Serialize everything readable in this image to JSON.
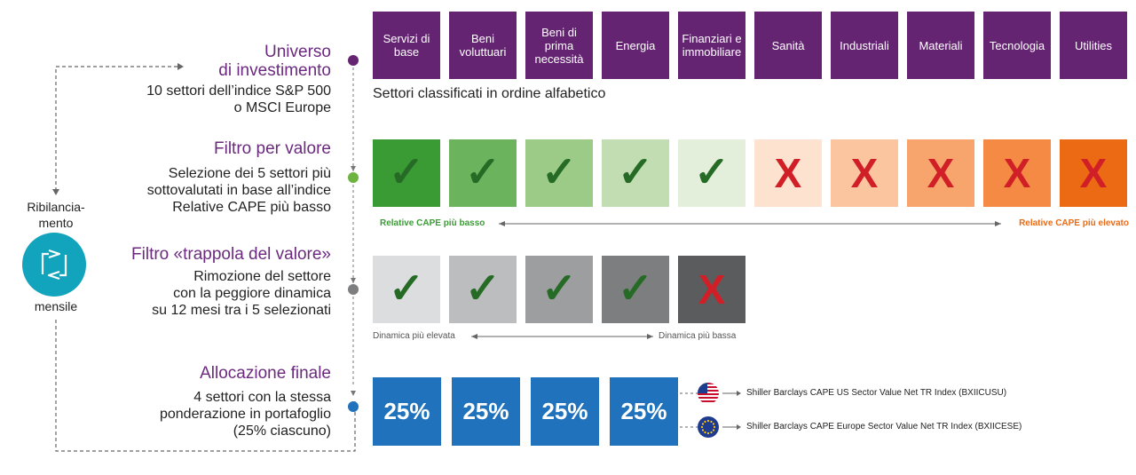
{
  "sections": {
    "universe": {
      "title": "Universo\ndi investimento",
      "description": "10 settori dell’indice S&P 500\no MSCI Europe",
      "note": "Settori classificati in ordine alfabetico",
      "sectors": [
        "Servizi di base",
        "Beni voluttuari",
        "Beni di prima necessità",
        "Energia",
        "Finanziari e immobiliare",
        "Sanità",
        "Industriali",
        "Materiali",
        "Tecnologia",
        "Utilities"
      ]
    },
    "value_filter": {
      "title": "Filtro per valore",
      "description": "Selezione dei 5 settori più\nsottovalutati in base all’indice\nRelative CAPE più basso",
      "axis_low": "Relative CAPE più basso",
      "axis_high": "Relative CAPE più elevato",
      "marks": [
        "check",
        "check",
        "check",
        "check",
        "check",
        "cross",
        "cross",
        "cross",
        "cross",
        "cross"
      ]
    },
    "value_trap": {
      "title": "Filtro «trappola del valore»",
      "description": "Rimozione del settore\ncon la peggiore dinamica\nsu 12 mesi tra i 5 selezionati",
      "axis_high": "Dinamica più elevata",
      "axis_low": "Dinamica più bassa",
      "marks": [
        "check",
        "check",
        "check",
        "check",
        "cross"
      ]
    },
    "allocation": {
      "title": "Allocazione finale",
      "description": "4 settori con la stessa\nponderazione in portafoglio\n(25% ciascuno)",
      "weights": [
        "25%",
        "25%",
        "25%",
        "25%"
      ],
      "indices": [
        {
          "flag": "us-flag-icon",
          "label": "Shiller Barclays CAPE US Sector Value Net TR Index (BXIICUSU)"
        },
        {
          "flag": "eu-flag-icon",
          "label": "Shiller Barclays CAPE Europe Sector Value Net TR Index (BXIICESE)"
        }
      ]
    }
  },
  "rebalancing": {
    "label_top": "Ribilancia-\nmento",
    "label_bottom": "mensile"
  },
  "colors": {
    "purple": "#642472",
    "heading": "#6b2a7e",
    "green_scale": [
      "#3a9b35",
      "#6cb35d",
      "#9ccb87",
      "#c3ddb2",
      "#e4efdb"
    ],
    "orange_scale": [
      "#fde3cf",
      "#fbc5a0",
      "#f8a56d",
      "#f48a44",
      "#ec6a14"
    ],
    "grey_scale": [
      "#dcddde",
      "#bcbdbf",
      "#9d9ea0",
      "#7d7e80",
      "#5b5c5e"
    ],
    "check": "#256b25",
    "cross": "#d11f27",
    "blue": "#1f72bb"
  }
}
